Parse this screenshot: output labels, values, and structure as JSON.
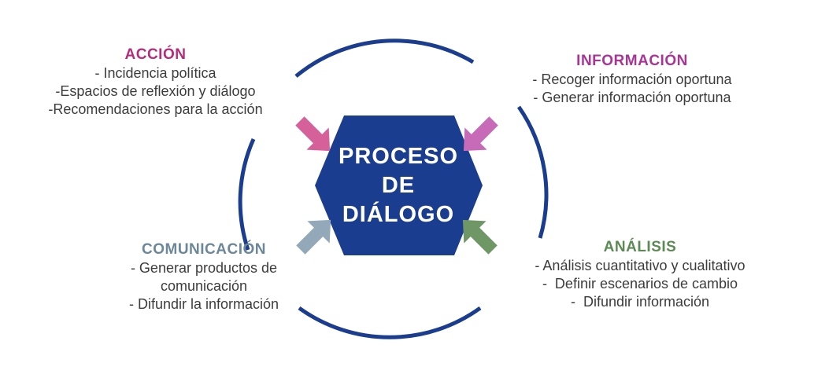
{
  "center": {
    "lines": [
      "PROCESO",
      "DE",
      "DIÁLOGO"
    ]
  },
  "colors": {
    "ring": "#1b3d8f",
    "hexagon": "#1b3d8f",
    "accion": "#b52d7a",
    "informacion": "#a83596",
    "comunicacion": "#6b8799",
    "analisis": "#5b8a52",
    "arrow_accion": "#d6619a",
    "arrow_informacion": "#c76ab8",
    "arrow_comunicacion": "#93a8b8",
    "arrow_analisis": "#6e9765"
  },
  "accion": {
    "title": "ACCIÓN",
    "items": [
      "- Incidencia política",
      "-Espacios de reflexión y diálogo",
      "-Recomendaciones para la acción"
    ]
  },
  "informacion": {
    "title": "INFORMACIÓN",
    "items": [
      "- Recoger información oportuna",
      "- Generar información oportuna"
    ]
  },
  "comunicacion": {
    "title": "COMUNICACIÓN",
    "items": [
      "- Generar productos de",
      "comunicación",
      "- Difundir la información"
    ]
  },
  "analisis": {
    "title": "ANÁLISIS",
    "items": [
      "- Análisis cuantitativo y cualitativo",
      "-  Definir escenarios de cambio",
      "-  Difundir información"
    ]
  }
}
